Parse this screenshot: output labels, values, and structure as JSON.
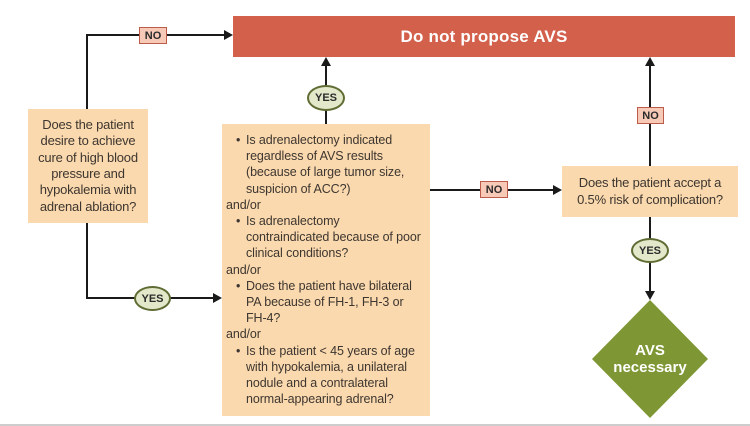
{
  "flowchart": {
    "banner": {
      "label": "Do not propose AVS"
    },
    "left_box": {
      "text": "Does the patient desire to achieve cure of high blood pressure and hypokalemia with adrenal ablation?"
    },
    "center_box": {
      "bullet_char": "•",
      "connector": "and/or",
      "items": [
        "Is adrenalectomy indicated regardless of AVS results (because of large tumor size, suspicion of ACC?)",
        "Is adrenalectomy contraindicated because of poor clinical conditions?",
        "Does the patient have bilateral PA because of FH-1, FH-3 or FH-4?",
        "Is the patient < 45 years of age with hypokalemia, a unilateral nodule and a contralateral normal-appearing adrenal?"
      ]
    },
    "right_box": {
      "text": "Does the patient accept a 0.5% risk of complication?"
    },
    "outcome": {
      "label": "AVS necessary"
    },
    "edge_labels": {
      "no": "NO",
      "yes": "YES"
    },
    "colors": {
      "banner_bg": "#d2604b",
      "box_bg": "#fbd9ae",
      "no_label_bg": "#f7c9b7",
      "no_label_border": "#bc5b49",
      "yes_oval_bg": "#e3e8ca",
      "yes_oval_border": "#5f6c34",
      "diamond_bg": "#7e9734",
      "edge_line": "#1a1a1a"
    }
  }
}
